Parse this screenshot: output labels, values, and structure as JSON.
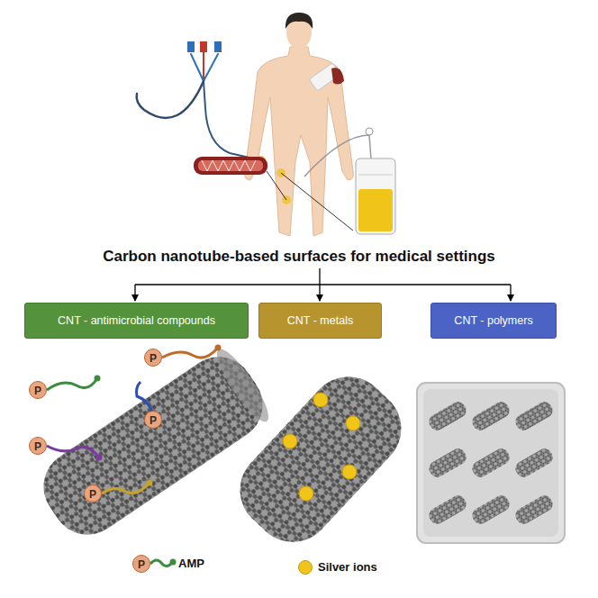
{
  "diagram": {
    "title": "Carbon nanotube-based surfaces for medical settings",
    "nodes": [
      {
        "text": [
          "CNT - antimicrobial compounds"
        ]
      },
      {
        "text": [
          "CNT - metals"
        ]
      },
      {
        "text": [
          "CNT - polymers"
        ]
      }
    ],
    "labels": [
      "P",
      "P",
      "P",
      "P",
      "P",
      "P"
    ],
    "legend": [
      {
        "text": "AMP"
      },
      {
        "text": "Silver ions",
        "color": "#f0c419"
      }
    ]
  }
}
